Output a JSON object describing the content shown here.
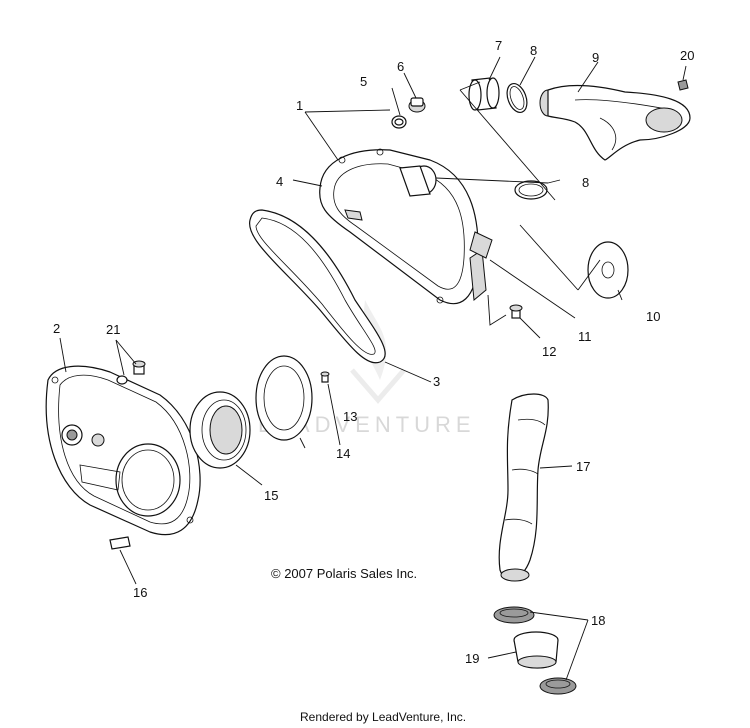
{
  "callouts": {
    "c1": "1",
    "c2": "2",
    "c3": "3",
    "c4": "4",
    "c5": "5",
    "c6": "6",
    "c7": "7",
    "c8a": "8",
    "c8b": "8",
    "c9": "9",
    "c10": "10",
    "c11": "11",
    "c12": "12",
    "c13": "13",
    "c14": "14",
    "c15": "15",
    "c16": "16",
    "c17": "17",
    "c18": "18",
    "c19": "19",
    "c20": "20",
    "c21": "21"
  },
  "watermark": "LEADVENTURE",
  "copyright": "© 2007 Polaris Sales Inc.",
  "footer": "Rendered by LeadVenture, Inc.",
  "colors": {
    "line": "#111111",
    "shade": "#d9d9d9",
    "watermark": "#d8d8d8"
  }
}
